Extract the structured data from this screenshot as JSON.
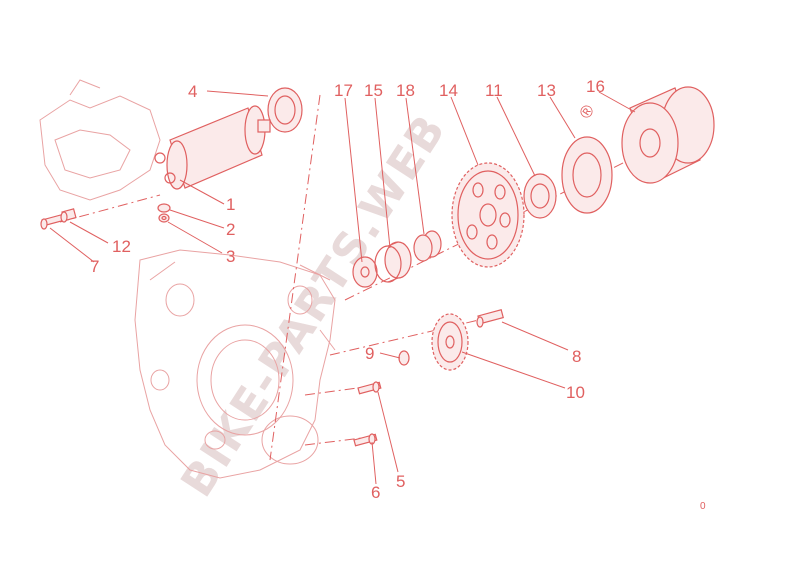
{
  "diagram": {
    "watermark": "BIKE-PARTS.WEB",
    "watermark_symbol": "®",
    "page_marker": "0",
    "colors": {
      "line": "#e06060",
      "fill": "#fbeaea",
      "ghost": "#e9a3a3",
      "watermark": "#e8dada"
    },
    "callouts": [
      {
        "id": "c1",
        "label": "1"
      },
      {
        "id": "c2",
        "label": "2"
      },
      {
        "id": "c3",
        "label": "3"
      },
      {
        "id": "c4",
        "label": "4"
      },
      {
        "id": "c5",
        "label": "5"
      },
      {
        "id": "c6",
        "label": "6"
      },
      {
        "id": "c7",
        "label": "7"
      },
      {
        "id": "c8",
        "label": "8"
      },
      {
        "id": "c9",
        "label": "9"
      },
      {
        "id": "c10",
        "label": "10"
      },
      {
        "id": "c11",
        "label": "11"
      },
      {
        "id": "c12",
        "label": "12"
      },
      {
        "id": "c13",
        "label": "13"
      },
      {
        "id": "c14",
        "label": "14"
      },
      {
        "id": "c15",
        "label": "15"
      },
      {
        "id": "c16",
        "label": "16"
      },
      {
        "id": "c17",
        "label": "17"
      },
      {
        "id": "c18",
        "label": "18"
      }
    ]
  }
}
